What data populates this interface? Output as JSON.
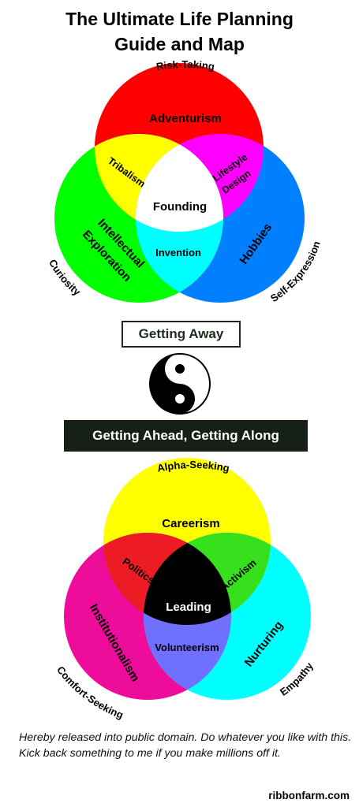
{
  "title": {
    "line1": "The Ultimate Life Planning",
    "line2": "Guide and Map"
  },
  "top_venn": {
    "colors": {
      "top": "#ff0000",
      "left": "#00ff00",
      "right": "#0080ff",
      "top_left": "#ffff00",
      "top_right": "#ff00ff",
      "left_right": "#00ffff",
      "center": "#ffffff"
    },
    "labels": {
      "top_outer": "Risk-Taking",
      "left_outer": "Curiosity",
      "right_outer": "Self-Expression",
      "top": "Adventurism",
      "left_line1": "Intellectual",
      "left_line2": "Exploration",
      "right": "Hobbies",
      "top_left": "Tribalism",
      "top_right_line1": "Lifestyle",
      "top_right_line2": "Design",
      "left_right": "Invention",
      "center": "Founding"
    }
  },
  "middle": {
    "getting_away": "Getting Away",
    "symbol": "yin-yang-icon",
    "getting_ahead": "Getting Ahead, Getting Along"
  },
  "bottom_venn": {
    "colors": {
      "top": "#ffff00",
      "left": "#ee0d9a",
      "right": "#00ffff",
      "top_left": "#ed1c24",
      "top_right": "#36e01c",
      "left_right": "#7070ff",
      "center": "#000000"
    },
    "labels": {
      "top_outer": "Alpha-Seeking",
      "left_outer": "Comfort-Seeking",
      "right_outer": "Empathy",
      "top": "Careerism",
      "left": "Institutionalism",
      "right": "Nurturing",
      "top_left": "Politics",
      "top_right": "Activism",
      "left_right": "Volunteerism",
      "center": "Leading"
    }
  },
  "footer": {
    "note": "Hereby released into public domain. Do whatever you like with this. Kick back something to me if you make millions off it.",
    "credit": "ribbonfarm.com"
  }
}
